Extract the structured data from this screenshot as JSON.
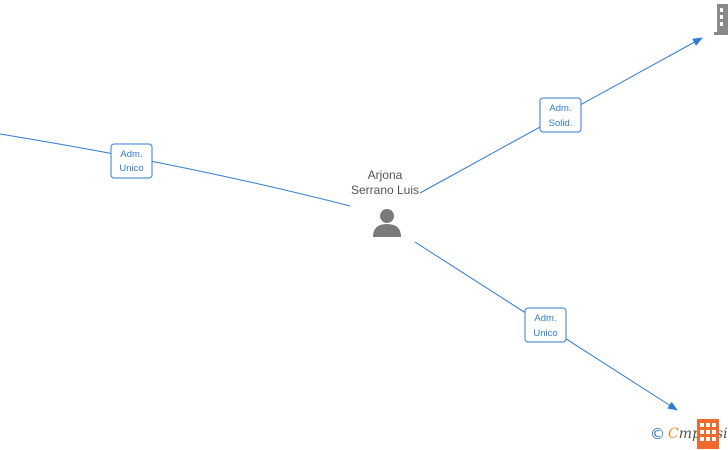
{
  "diagram": {
    "center": {
      "name_lines": [
        "Arjona",
        "Serrano Luis"
      ],
      "icon": "person-icon"
    },
    "edges": [
      {
        "id": "left",
        "label_lines": [
          "Adm.",
          "Unico"
        ],
        "arrow": false
      },
      {
        "id": "top-right",
        "label_lines": [
          "Adm.",
          "Solid."
        ],
        "arrow": true,
        "target_icon": "building-icon"
      },
      {
        "id": "bottom-right",
        "label_lines": [
          "Adm.",
          "Unico"
        ],
        "arrow": true,
        "target_icon": "building-icon"
      }
    ],
    "colors": {
      "edge": "#2f7bd0",
      "person_icon": "#7a7a7a",
      "building_top": "#8a8a8a",
      "building_bottom": "#f06a2e"
    }
  },
  "watermark": {
    "copyright": "©",
    "brand_first": "C",
    "brand_rest": "mpresia"
  }
}
